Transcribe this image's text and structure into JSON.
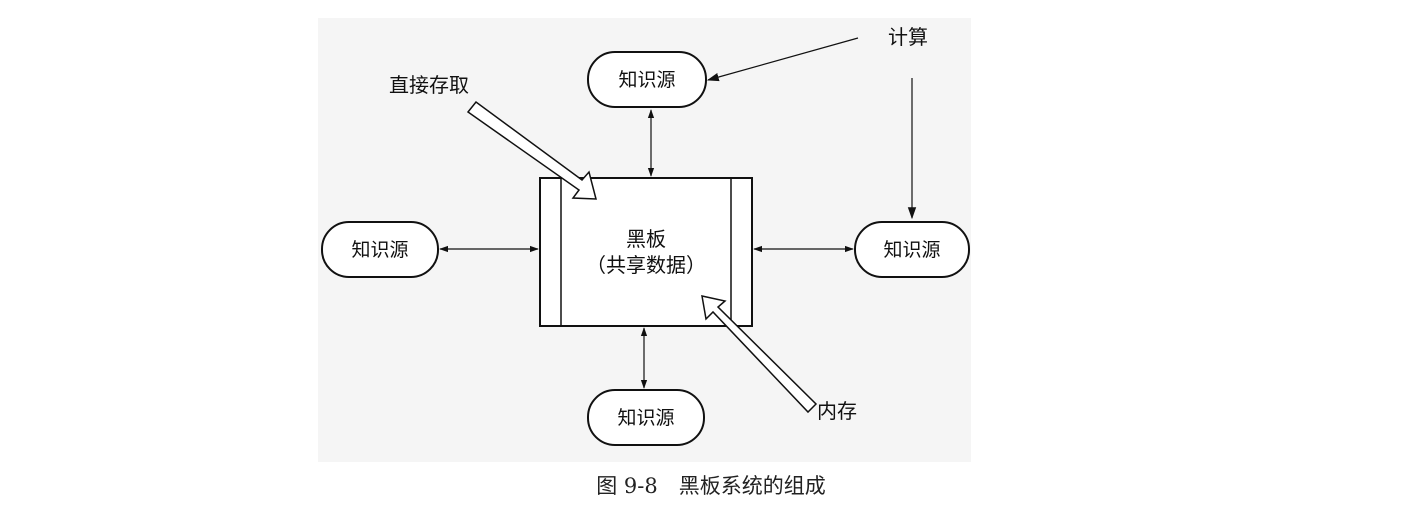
{
  "diagram": {
    "knowledge_sources": {
      "top": "知识源",
      "left": "知识源",
      "right": "知识源",
      "bottom": "知识源"
    },
    "blackboard": {
      "title": "黑板",
      "subtitle": "（共享数据）"
    },
    "labels": {
      "compute": "计算",
      "direct_access": "直接存取",
      "memory": "内存"
    },
    "caption": "图 9-8　黑板系统的组成"
  }
}
